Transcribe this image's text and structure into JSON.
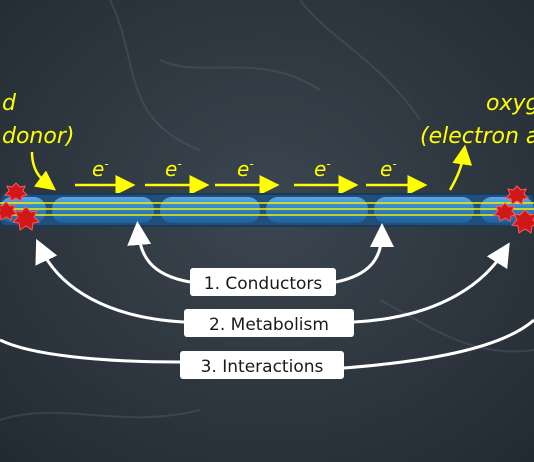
{
  "left_label": {
    "line1": "d",
    "line2": "donor)"
  },
  "right_label": {
    "line1": "oxyg",
    "line2": "(electron a"
  },
  "electron": {
    "symbol": "e",
    "charge": "-"
  },
  "callouts": [
    "1. Conductors",
    "2. Metabolism",
    "3. Interactions"
  ],
  "colors": {
    "background": "#2f3841",
    "annotation": "#ffff00",
    "callout_box": "#ffffff",
    "callout_text": "#1a1a1a",
    "cell_fill": "#2f86c8",
    "wire": "#f2f200",
    "microbe": "#d01818",
    "arrow_white": "#ffffff"
  }
}
